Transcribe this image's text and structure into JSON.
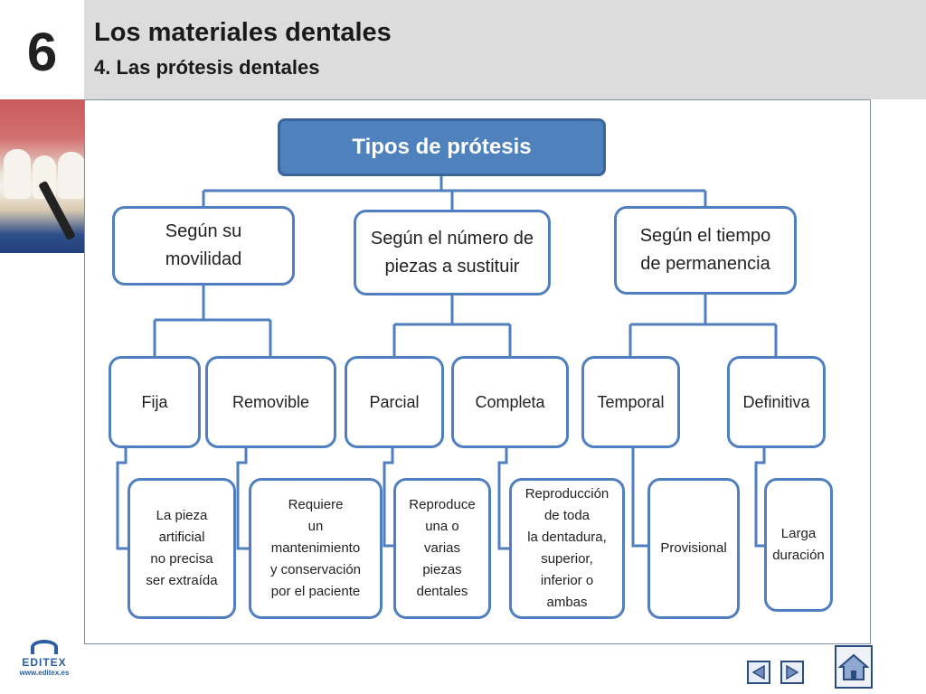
{
  "header": {
    "chapter_number": "6",
    "title": "Los materiales dentales",
    "subtitle": "4. Las prótesis dentales"
  },
  "diagram": {
    "root": "Tipos de prótesis",
    "categories": [
      {
        "label": "Según su\nmovilidad",
        "types": [
          {
            "label": "Fija",
            "description": "La pieza\nartificial\nno precisa\nser extraída"
          },
          {
            "label": "Removible",
            "description": "Requiere\nun\nmantenimiento\ny conservación\npor el paciente"
          }
        ]
      },
      {
        "label": "Según el número de\npiezas a sustituir",
        "types": [
          {
            "label": "Parcial",
            "description": "Reproduce\nuna o\nvarias\npiezas\ndentales"
          },
          {
            "label": "Completa",
            "description": "Reproducción\nde toda\nla dentadura,\nsuperior,\ninferior o\nambas"
          }
        ]
      },
      {
        "label": "Según el tiempo\nde permanencia",
        "types": [
          {
            "label": "Temporal",
            "description": "Provisional"
          },
          {
            "label": "Definitiva",
            "description": "Larga\nduración"
          }
        ]
      }
    ]
  },
  "footer": {
    "logo_text": "EDITEX",
    "logo_url": "www.editex.es"
  },
  "icons": {
    "prev": "triangle-left-icon",
    "next": "triangle-right-icon",
    "home": "house-icon"
  },
  "colors": {
    "header_band": "#dcdcdc",
    "root_fill": "#4f81bd",
    "box_border": "#4f7fbf",
    "brand": "#2b5fa0"
  }
}
